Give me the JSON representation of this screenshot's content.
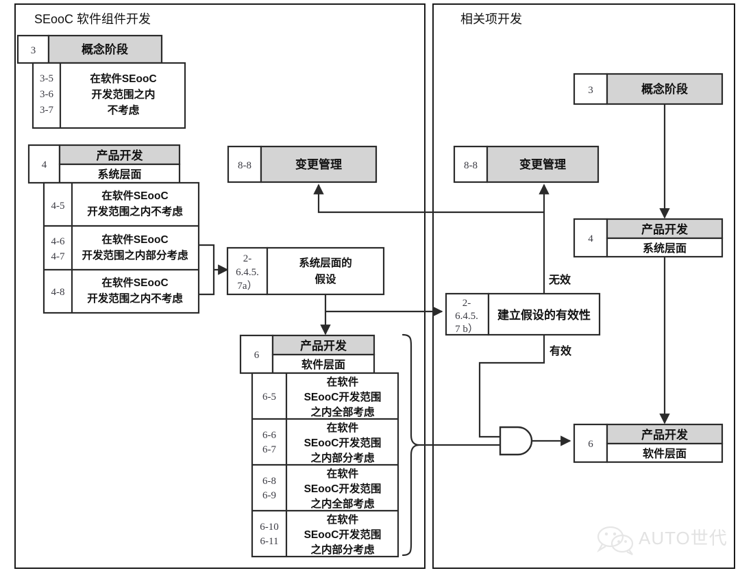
{
  "panels": {
    "left": {
      "title": "SEooC 软件组件开发"
    },
    "right": {
      "title": "相关项开发"
    }
  },
  "colors": {
    "header_grey": "#d4d4d4",
    "stroke": "#2b2b2b",
    "panel_stroke": "#1a1a1a",
    "background": "#ffffff",
    "watermark": "#e2e2e2"
  },
  "left_panel": {
    "phase3": {
      "num": "3",
      "header": "概念阶段",
      "rows": [
        {
          "nums": [
            "3-5",
            "3-6",
            "3-7"
          ],
          "lines": [
            "在软件SEooC",
            "开发范围之内",
            "不考虑"
          ]
        }
      ]
    },
    "phase4": {
      "num": "4",
      "header": "产品开发",
      "subheader": "系统层面",
      "rows": [
        {
          "nums": [
            "4-5"
          ],
          "lines": [
            "在软件SEooC",
            "开发范围之内不考虑"
          ]
        },
        {
          "nums": [
            "4-6",
            "4-7"
          ],
          "lines": [
            "在软件SEooC",
            "开发范围之内部分考虑"
          ]
        },
        {
          "nums": [
            "4-8"
          ],
          "lines": [
            "在软件SEooC",
            "开发范围之内不考虑"
          ]
        }
      ]
    },
    "change_mgmt": {
      "num": "8-8",
      "label": "变更管理"
    },
    "assumption": {
      "num_lines": [
        "2-",
        "6.4.5.",
        "7a）"
      ],
      "lines": [
        "系统层面的",
        "假设"
      ]
    },
    "phase6": {
      "num": "6",
      "header": "产品开发",
      "subheader": "软件层面",
      "rows": [
        {
          "nums": [
            "6-5"
          ],
          "lines": [
            "在软件",
            "SEooC开发范围",
            "之内全部考虑"
          ]
        },
        {
          "nums": [
            "6-6",
            "6-7"
          ],
          "lines": [
            "在软件",
            "SEooC开发范围",
            "之内部分考虑"
          ]
        },
        {
          "nums": [
            "6-8",
            "6-9"
          ],
          "lines": [
            "在软件",
            "SEooC开发范围",
            "之内全部考虑"
          ]
        },
        {
          "nums": [
            "6-10",
            "6-11"
          ],
          "lines": [
            "在软件",
            "SEooC开发范围",
            "之内部分考虑"
          ]
        }
      ]
    }
  },
  "right_panel": {
    "phase3": {
      "num": "3",
      "header": "概念阶段"
    },
    "change_mgmt": {
      "num": "8-8",
      "label": "变更管理"
    },
    "phase4": {
      "num": "4",
      "header": "产品开发",
      "subheader": "系统层面"
    },
    "validity": {
      "num_lines": [
        "2-",
        "6.4.5.",
        "7 b）"
      ],
      "label": "建立假设的有效性"
    },
    "phase6": {
      "num": "6",
      "header": "产品开发",
      "subheader": "软件层面"
    }
  },
  "edge_labels": {
    "invalid": "无效",
    "valid": "有效"
  },
  "watermark": {
    "text": "AUTO世代",
    "icon": "wechat-icon"
  }
}
